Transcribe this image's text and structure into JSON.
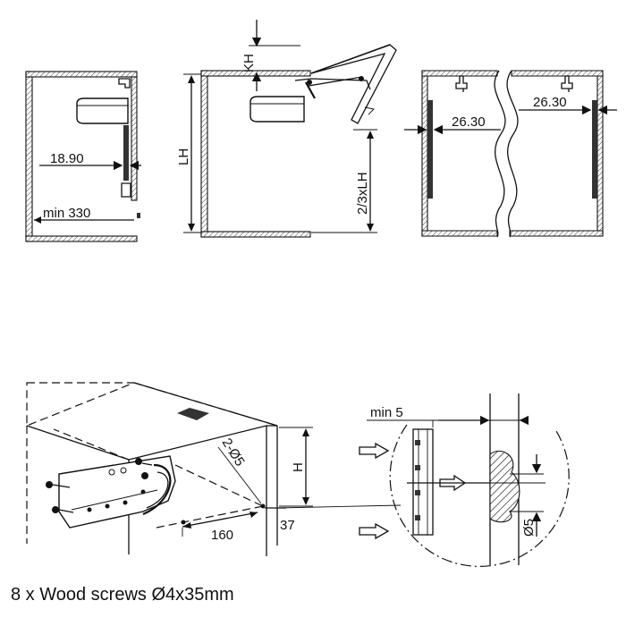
{
  "figure1": {
    "depth_label": "18.90",
    "min_label": "min 330"
  },
  "figure2": {
    "flap_label": "KH",
    "height_label": "LH",
    "fraction_label": "2/3xLH"
  },
  "figure3": {
    "left_label": "26.30",
    "right_label": "26.30"
  },
  "figure4": {
    "height_label": "H",
    "holes_label": "2-Ø5",
    "horizontal_label": "160",
    "vertical_label": "37"
  },
  "detail": {
    "min_label": "min 5",
    "hole_label": "Ø5"
  },
  "footer": {
    "note": "8 x Wood screws Ø4x35mm"
  }
}
